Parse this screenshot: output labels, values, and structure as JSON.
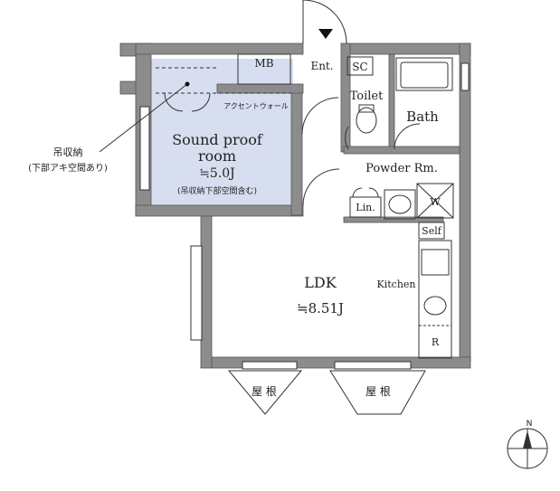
{
  "rooms": {
    "sound_proof": {
      "name_line1": "Sound proof",
      "name_line2": "room",
      "size": "≒5.0J",
      "note": "(吊収納下部空間含む)"
    },
    "ldk": {
      "name": "LDK",
      "size": "≒8.51J"
    },
    "toilet": "Toilet",
    "bath": "Bath",
    "powder": "Powder Rm.",
    "entrance": "Ent.",
    "mb": "MB",
    "sc": "SC",
    "linen": "Lin.",
    "self": "Self",
    "kitchen": "Kitchen",
    "fridge": "R",
    "balcony_left": "屋 根",
    "balcony_right": "屋 根"
  },
  "annotations": {
    "accent_wall": "アクセントウォール",
    "hanging_storage_line1": "吊収納",
    "hanging_storage_line2": "(下部アキ空間あり)",
    "washer": "W"
  },
  "compass": {
    "north_label": "N"
  },
  "colors": {
    "wall": "#8c8c8c",
    "wall_edge": "#555555",
    "sound_room_fill": "#d6deef",
    "line": "#333333"
  }
}
